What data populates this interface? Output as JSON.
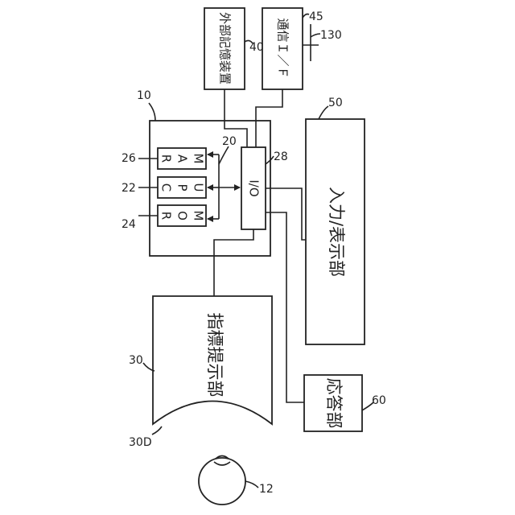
{
  "diagram": {
    "labels": {
      "computer": "10",
      "eye": "12",
      "bus": "20",
      "cpu": "22",
      "rom": "24",
      "ram": "26",
      "io": "28",
      "indicator": "30",
      "indicator_surface": "30D",
      "storage": "40",
      "comm": "45",
      "input_display": "50",
      "responder": "60",
      "network": "130"
    },
    "blocks": {
      "storage": "外部記憶装置",
      "comm": "通信Ｉ／Ｆ",
      "io": "I/O",
      "ram": [
        "R",
        "A",
        "M"
      ],
      "cpu": [
        "C",
        "P",
        "U"
      ],
      "rom": [
        "R",
        "O",
        "M"
      ],
      "input_display": "入力/表示部",
      "indicator": "指標提示部",
      "responder": "応答部"
    },
    "colors": {
      "line": "#222222",
      "background": "#ffffff"
    }
  }
}
